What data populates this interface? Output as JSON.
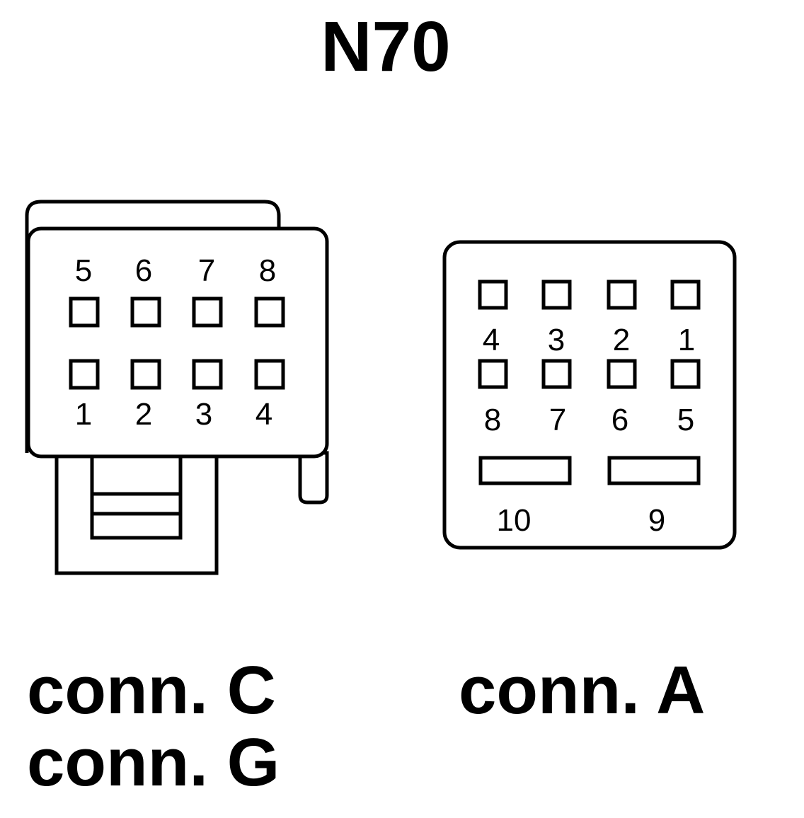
{
  "title": "N70",
  "connector_left": {
    "top_row_numbers": [
      "5",
      "6",
      "7",
      "8"
    ],
    "bottom_row_numbers": [
      "1",
      "2",
      "3",
      "4"
    ],
    "labels": [
      "conn. C",
      "conn. G"
    ]
  },
  "connector_right": {
    "row1_numbers": [
      "4",
      "3",
      "2",
      "1"
    ],
    "row2_numbers": [
      "8",
      "7",
      "6",
      "5"
    ],
    "slot_numbers": [
      "10",
      "9"
    ],
    "label": "conn. A"
  }
}
